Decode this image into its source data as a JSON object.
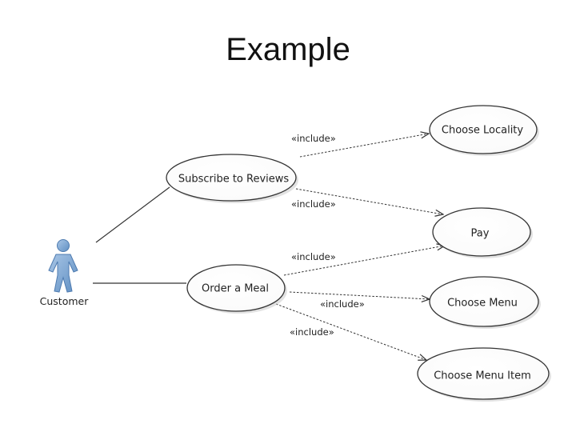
{
  "slide": {
    "title": "Example"
  },
  "actor": {
    "name": "Customer",
    "icon": "stick-figure-icon",
    "color": "#7ea6cf"
  },
  "use_cases": [
    {
      "id": "subscribe",
      "label": "Subscribe to Reviews"
    },
    {
      "id": "order",
      "label": "Order a Meal"
    },
    {
      "id": "locality",
      "label": "Choose Locality"
    },
    {
      "id": "pay",
      "label": "Pay"
    },
    {
      "id": "menu",
      "label": "Choose Menu"
    },
    {
      "id": "item",
      "label": "Choose Menu Item"
    }
  ],
  "relationships": [
    {
      "from": "subscribe",
      "to": "locality",
      "label": "«include»"
    },
    {
      "from": "subscribe",
      "to": "pay",
      "label": "«include»"
    },
    {
      "from": "order",
      "to": "pay",
      "label": "«include»"
    },
    {
      "from": "order",
      "to": "menu",
      "label": "«include»"
    },
    {
      "from": "order",
      "to": "item",
      "label": "«include»"
    }
  ],
  "associations": [
    {
      "actor": "Customer",
      "use_case": "subscribe"
    },
    {
      "actor": "Customer",
      "use_case": "order"
    }
  ]
}
